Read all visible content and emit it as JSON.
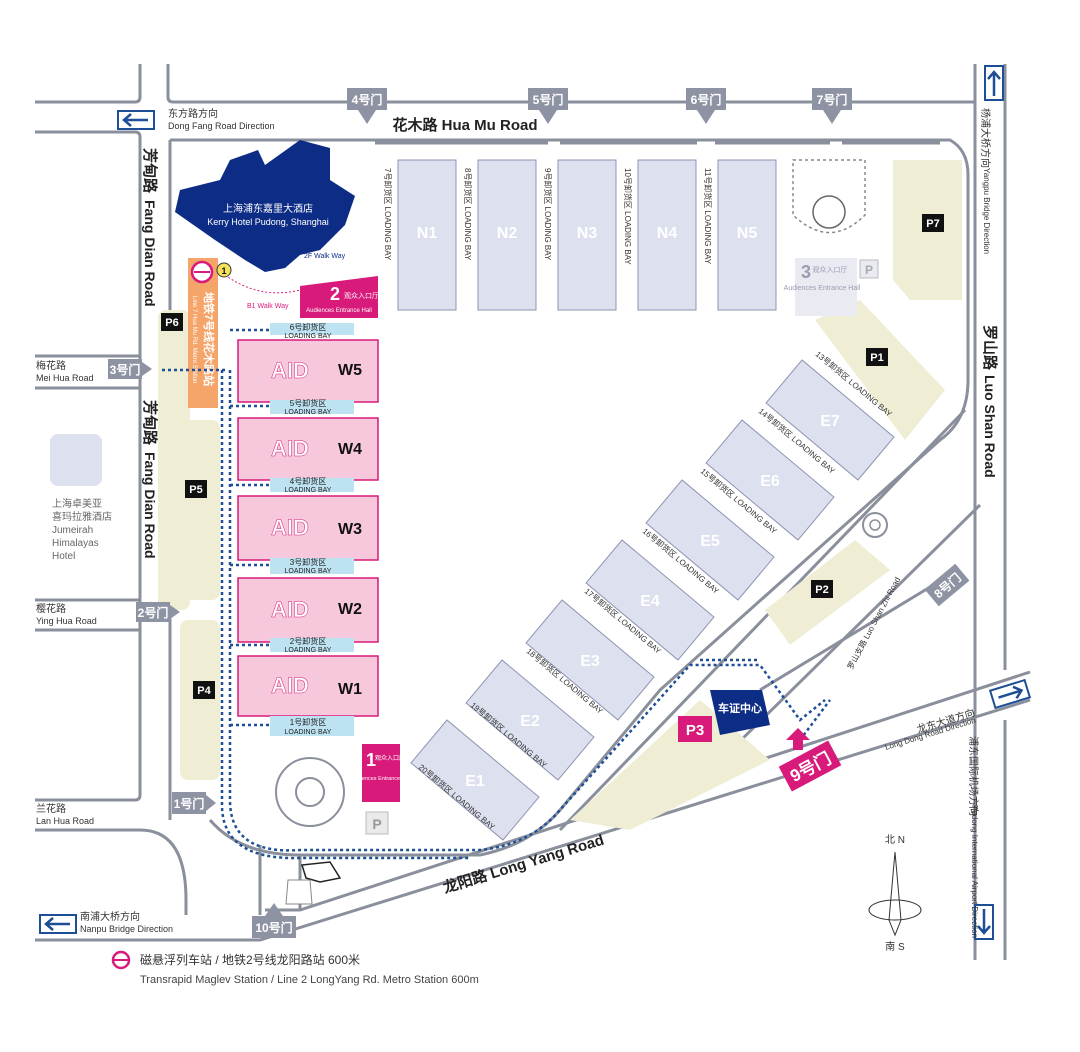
{
  "roads": {
    "hua_mu": "花木路 Hua Mu Road",
    "fang_dian_cn": "芳甸路",
    "fang_dian_en": "Fang Dian Road",
    "luo_shan_cn": "罗山路",
    "luo_shan_en": "Luo Shan Road",
    "long_yang": "龙阳路 Long Yang Road",
    "mei_hua_cn": "梅花路",
    "mei_hua_en": "Mei Hua Road",
    "ying_hua_cn": "樱花路",
    "ying_hua_en": "Ying Hua Road",
    "lan_hua_cn": "兰花路",
    "lan_hua_en": "Lan Hua Road",
    "luo_shan_zhi": "罗山支路 Luo Shan Zhi Road"
  },
  "directions": {
    "dong_fang_cn": "东方路方向",
    "dong_fang_en": "Dong Fang Road Direction",
    "nanpu_cn": "南浦大桥方向",
    "nanpu_en": "Nanpu Bridge Direction",
    "yangpu_cn": "杨浦大桥方向",
    "yangpu_en": "Yangpu Bridge Direction",
    "long_dong_cn": "龙东大道方向",
    "long_dong_en": "Long Dong Road Direction",
    "airport_cn": "浦东国际机场方向",
    "airport_en": "Pudong International Airport Direction"
  },
  "gates": [
    "1号门",
    "2号门",
    "3号门",
    "4号门",
    "5号门",
    "6号门",
    "7号门",
    "8号门",
    "9号门",
    "10号门"
  ],
  "halls_north": [
    {
      "name": "N1",
      "bay": "7号卸货区 LOADING BAY"
    },
    {
      "name": "N2",
      "bay": "8号卸货区 LOADING BAY"
    },
    {
      "name": "N3",
      "bay": "9号卸货区 LOADING BAY"
    },
    {
      "name": "N4",
      "bay": "10号卸货区 LOADING BAY"
    },
    {
      "name": "N5",
      "bay": "11号卸货区 LOADING BAY"
    }
  ],
  "halls_west": [
    {
      "name": "W5",
      "bay_cn": "6号卸货区",
      "bay_en": "LOADING BAY"
    },
    {
      "name": "W4",
      "bay_cn": "5号卸货区",
      "bay_en": "LOADING BAY"
    },
    {
      "name": "W3",
      "bay_cn": "4号卸货区",
      "bay_en": "LOADING BAY"
    },
    {
      "name": "W2",
      "bay_cn": "3号卸货区",
      "bay_en": "LOADING BAY"
    },
    {
      "name": "W1",
      "bay_cn": "2号卸货区",
      "bay_en": "LOADING BAY"
    }
  ],
  "w1_bottom_bay": {
    "cn": "1号卸货区",
    "en": "LOADING BAY"
  },
  "halls_east": [
    {
      "name": "E7",
      "bay": "13号卸货区 LOADING BAY"
    },
    {
      "name": "E6",
      "bay": "14号卸货区 LOADING BAY"
    },
    {
      "name": "E5",
      "bay": "15号卸货区 LOADING BAY"
    },
    {
      "name": "E4",
      "bay": "16号卸货区 LOADING BAY"
    },
    {
      "name": "E3",
      "bay": "17号卸货区 LOADING BAY"
    },
    {
      "name": "E2",
      "bay": "18号卸货区 LOADING BAY"
    },
    {
      "name": "E1",
      "bay": "19号卸货区 LOADING BAY"
    }
  ],
  "e1_extra_bay": "20号卸货区 LOADING BAY",
  "hall_brand": "AID",
  "parking": [
    "P1",
    "P2",
    "P3",
    "P4",
    "P5",
    "P6",
    "P7"
  ],
  "parking_icon": "P",
  "entrances": {
    "e1_num": "1",
    "e1_cn": "观众入口厅",
    "e1_en": "Audiences Entrance Hall",
    "e2_num": "2",
    "e2_cn": "观众入口厅",
    "e2_en": "Audiences Entrance Hall",
    "e3_num": "3",
    "e3_cn": "观众入口厅",
    "e3_en": "Audiences Entrance Hall"
  },
  "hotels": {
    "kerry_cn": "上海浦东嘉里大酒店",
    "kerry_en": "Kerry Hotel Pudong, Shanghai",
    "jumeirah_cn": "上海卓美亚喜玛拉雅酒店",
    "jumeirah_en": "Jumeirah Himalayas Hotel"
  },
  "walkways": {
    "b1": "B1 Walk Way",
    "f2": "2F Walk Way"
  },
  "metro_station": {
    "cn": "地铁7号线花木路站",
    "en": "Line 7 Hua Mu Rd. Metro Station",
    "num": "1"
  },
  "registration": "车证中心",
  "compass": {
    "north": "北 N",
    "south": "南 S"
  },
  "footer": {
    "cn": "磁悬浮列车站 / 地铁2号线龙阳路站 600米",
    "en": "Transrapid Maglev Station / Line 2 LongYang Rd. Metro Station  600m"
  },
  "colors": {
    "magenta": "#d81a7a",
    "navy": "#0d2c86",
    "walk": "#1e4f96",
    "hall": "#dde0ee",
    "park": "#f0edd5"
  }
}
